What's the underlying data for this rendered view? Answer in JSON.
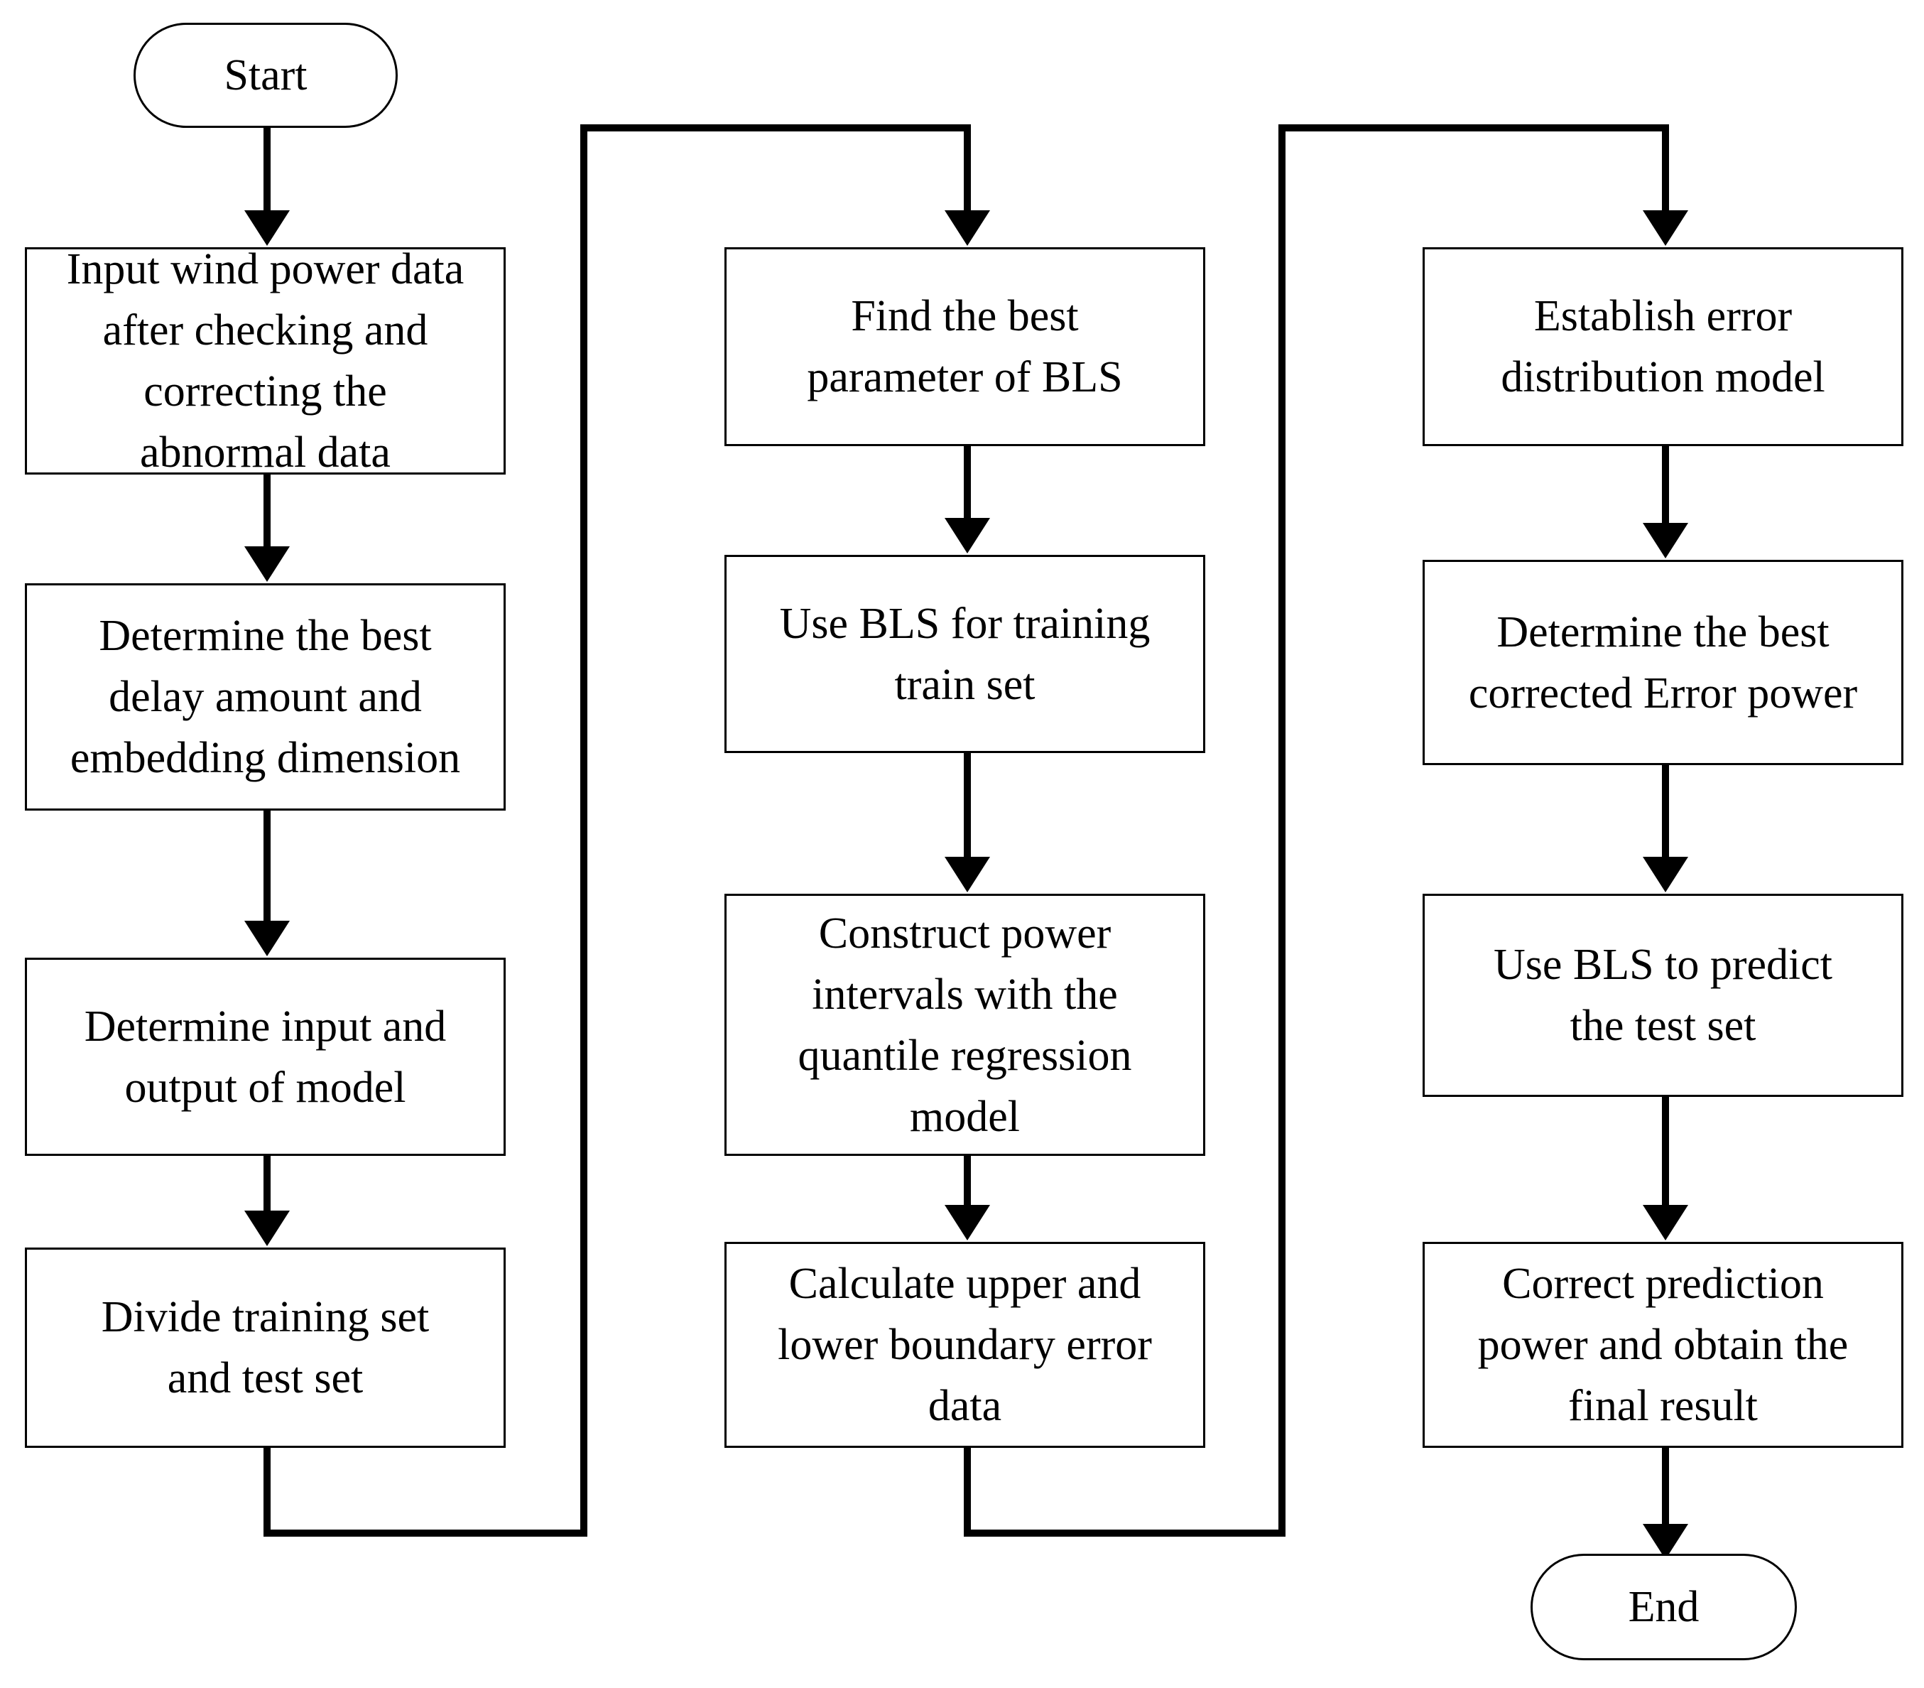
{
  "nodes": {
    "start": "Start",
    "input_data": "Input wind power data\nafter checking and\ncorrecting the\nabnormal data",
    "delay_embedding": "Determine the best\ndelay amount and\nembedding dimension",
    "input_output": "Determine input and\noutput of model",
    "divide_sets": "Divide training set\nand test set",
    "best_parameter": "Find the best\nparameter of BLS",
    "bls_training": "Use BLS for training\ntrain set",
    "power_intervals": "Construct power\nintervals with the\nquantile regression\nmodel",
    "boundary_error": "Calculate upper and\nlower boundary error\ndata",
    "error_model": "Establish  error\ndistribution model",
    "corrected_error": "Determine the best\ncorrected Error power",
    "predict_test": "Use BLS to predict\nthe test set",
    "final_result": "Correct prediction\npower and obtain the\nfinal result",
    "end": "End"
  },
  "colors": {
    "stroke": "#000000",
    "fill": "#ffffff",
    "text": "#000000"
  }
}
